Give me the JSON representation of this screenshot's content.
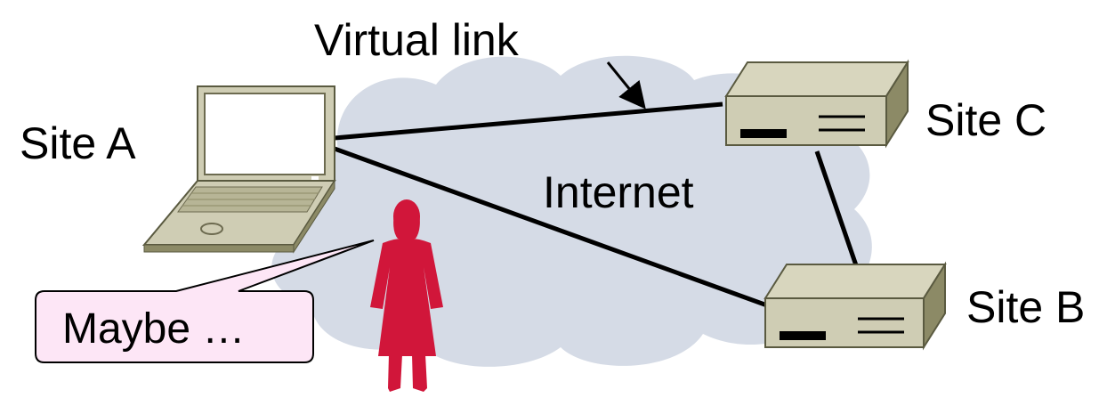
{
  "labels": {
    "virtual_link": "Virtual link",
    "internet": "Internet",
    "site_a": "Site A",
    "site_b": "Site B",
    "site_c": "Site C",
    "callout": "Maybe …"
  },
  "colors": {
    "cloud": "#d5dbe6",
    "device_light": "#cfcdb4",
    "device_dark": "#8c8a66",
    "person": "#d1163a",
    "callout_fill": "#fde6f6",
    "line": "#000000"
  },
  "icons": {
    "site_a": "laptop-icon",
    "site_b": "router-icon",
    "site_c": "router-icon",
    "observer": "person-icon"
  }
}
